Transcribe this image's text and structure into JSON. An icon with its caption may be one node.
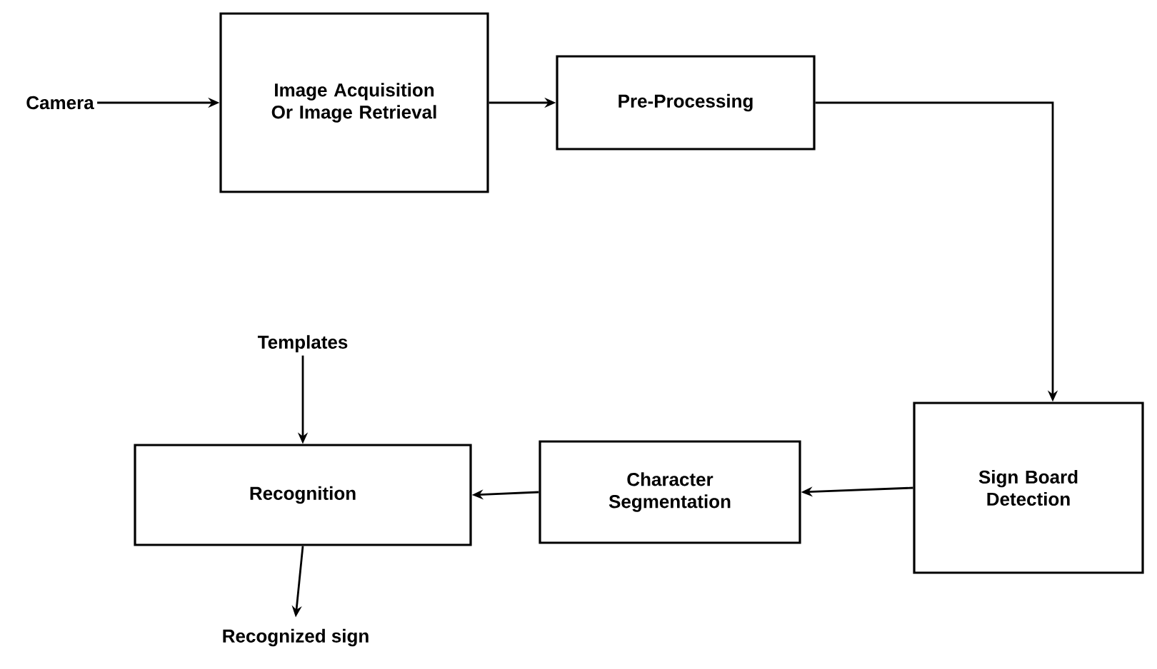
{
  "diagram": {
    "nodes": [
      {
        "text": [
          "Camera"
        ]
      },
      {
        "text": [
          "Image Acquisition Or Image Retrieval"
        ]
      },
      {
        "text": [
          "Pre-Processing"
        ]
      },
      {
        "text": [
          "Sign Board Detection"
        ]
      },
      {
        "text": [
          "Character Segmentation"
        ]
      },
      {
        "text": [
          "Recognition"
        ]
      },
      {
        "text": [
          "Templates"
        ]
      },
      {
        "text": [
          "Recognized sign"
        ]
      }
    ],
    "edges": [
      {
        "from": 0,
        "to": 1,
        "arrow": "to"
      },
      {
        "from": 1,
        "to": 2,
        "arrow": "to"
      },
      {
        "from": 2,
        "to": 3,
        "arrow": "to"
      },
      {
        "from": 3,
        "to": 4,
        "arrow": "to"
      },
      {
        "from": 4,
        "to": 5,
        "arrow": "to"
      },
      {
        "from": 6,
        "to": 5,
        "arrow": "to"
      },
      {
        "from": 5,
        "to": 7,
        "arrow": "to"
      }
    ]
  }
}
